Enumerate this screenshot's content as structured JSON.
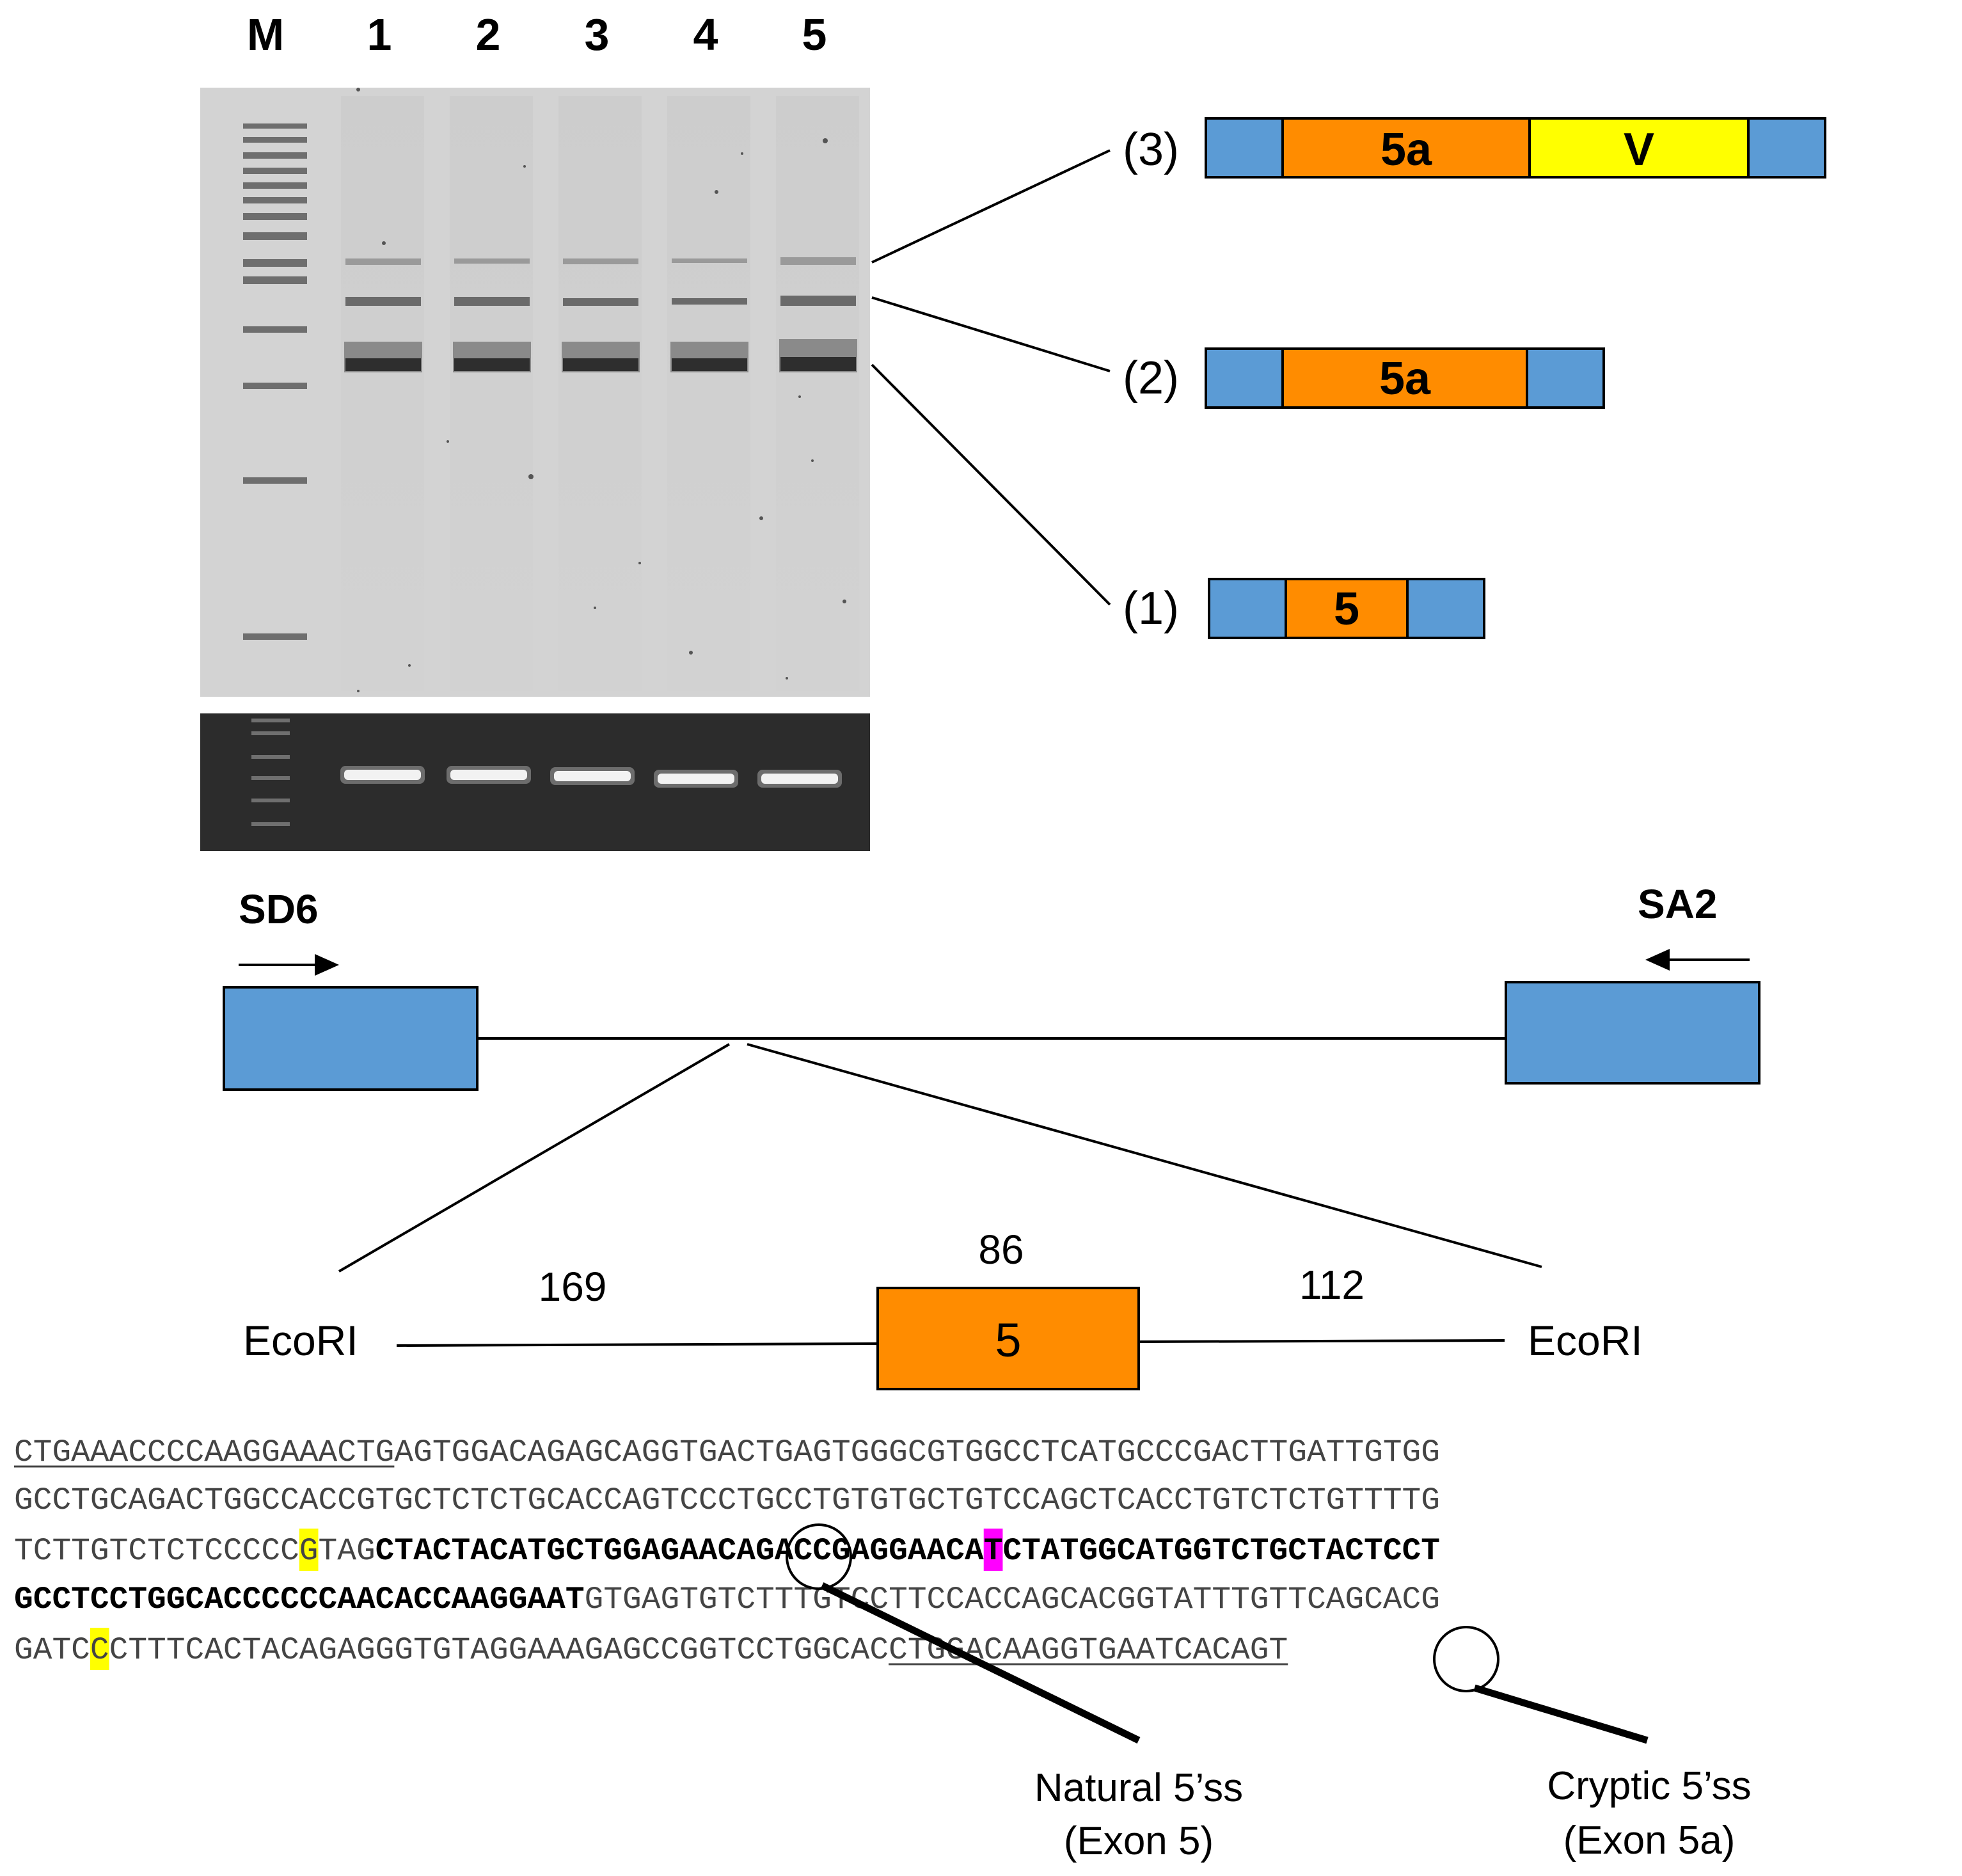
{
  "gel": {
    "lanes": [
      "M",
      "1",
      "2",
      "3",
      "4",
      "5"
    ]
  },
  "isoforms": [
    {
      "id": "(3)",
      "segments": [
        "",
        "5a",
        "V",
        ""
      ]
    },
    {
      "id": "(2)",
      "segments": [
        "",
        "5a",
        ""
      ]
    },
    {
      "id": "(1)",
      "segments": [
        "",
        "5",
        ""
      ]
    }
  ],
  "construct": {
    "primer_forward": "SD6",
    "primer_reverse": "SA2",
    "exon_label": "5",
    "flank_left": "EcoRI",
    "flank_right": "EcoRI",
    "len_left": "169",
    "len_exon": "86",
    "len_right": "112"
  },
  "sequence": {
    "lines": [
      [
        {
          "t": "CTGAAACCCCAAGGAAACTG",
          "u": true
        },
        {
          "t": "AGTGGACAGAGCAGGTGACTGAGTGGGCGTGGCCTCATGCCCGACTTGATTGTGG"
        }
      ],
      [
        {
          "t": "GCCTGCAGACTGGCCACCGTGCTCTCTGCACCAGTCCCTGCCTGTGTGCTGTCCAGCTCACCTGTCTCTGTTTTG"
        }
      ],
      [
        {
          "t": "TCTTGTCTCTCCCCC"
        },
        {
          "t": "G",
          "hl": "#ffff00"
        },
        {
          "t": "TAG"
        },
        {
          "t": "CTACTACATGCTGGAGAACAGACCGAGGAACA",
          "b": true
        },
        {
          "t": "T",
          "b": true,
          "hl": "#ff00ff"
        },
        {
          "t": "CTATGGCATGGTCTGCTACTCCT",
          "b": true
        }
      ],
      [
        {
          "t": "GCCTCCTGGCACCCCCCAACACCAAGGAAT",
          "b": true
        },
        {
          "t": "GTGAGTGTCTTTGTCCTTCCACCAGCACGGTATTTGTTCAGCACG"
        }
      ],
      [
        {
          "t": "GATC"
        },
        {
          "t": "C",
          "hl": "#ffff00"
        },
        {
          "t": "CTTTCACTACAGAGGGTGTAGGAAAGAGCCGGTCCTGGCAC"
        },
        {
          "t": "CTGGACAAGGTGAATCACAGT",
          "u": true
        }
      ]
    ]
  },
  "annotations": {
    "natural": [
      "Natural 5’ss",
      "(Exon 5)"
    ],
    "cryptic": [
      "Cryptic 5’ss",
      "(Exon 5a)"
    ]
  },
  "colors": {
    "flank_blue": "#5b9bd5",
    "exon_orange": "#ff8c00",
    "v_yellow": "#ffff00",
    "highlight_yellow": "#ffff00",
    "highlight_magenta": "#ff00ff",
    "gel_gray": "#d0d0d0",
    "gel_dark": "#2c2c2c"
  }
}
